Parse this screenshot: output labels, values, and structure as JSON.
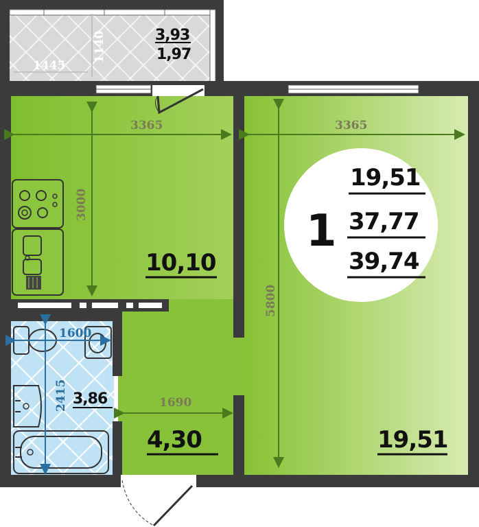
{
  "plan": {
    "rooms_count": "1",
    "summary": {
      "living_area": "19,51",
      "total_area": "37,77",
      "total_with_balcony": "39,74"
    },
    "balcony": {
      "area_top": "3,93",
      "area_bottom": "1,97",
      "dim_width": "1445",
      "dim_depth": "1140"
    },
    "kitchen": {
      "area": "10,10",
      "dim_width": "3365",
      "dim_depth": "3000"
    },
    "living_room": {
      "area": "19,51",
      "dim_width": "3365",
      "dim_depth": "5800"
    },
    "bathroom": {
      "area": "3,86",
      "dim_width": "1600",
      "dim_depth": "2415"
    },
    "hallway": {
      "area": "4,30",
      "dim_width": "1690"
    }
  },
  "colors": {
    "wall": "#3b3b3b",
    "kitchen_floor": "#8cc63f",
    "living_floor": "#9bcc4d",
    "bath_floor": "#bfe3f5",
    "balcony_floor": "#dcdcdc",
    "dimension_line": "#4b7a1e"
  }
}
